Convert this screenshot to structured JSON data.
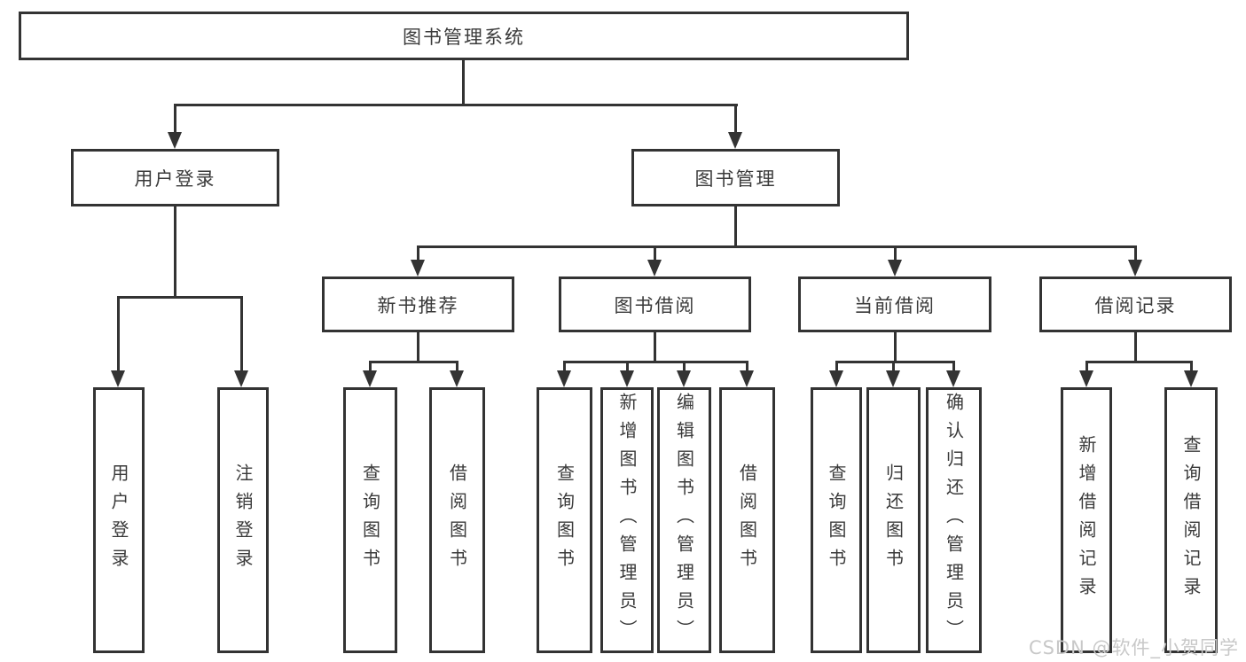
{
  "tree": {
    "label": "图书管理系统",
    "children": [
      {
        "label": "用户登录",
        "children": [
          {
            "label": "用户登录"
          },
          {
            "label": "注销登录"
          }
        ]
      },
      {
        "label": "图书管理",
        "children": [
          {
            "label": "新书推荐",
            "children": [
              {
                "label": "查询图书"
              },
              {
                "label": "借阅图书"
              }
            ]
          },
          {
            "label": "图书借阅",
            "children": [
              {
                "label": "查询图书"
              },
              {
                "label": "新增图书（管理员）"
              },
              {
                "label": "编辑图书（管理员）"
              },
              {
                "label": "借阅图书"
              }
            ]
          },
          {
            "label": "当前借阅",
            "children": [
              {
                "label": "查询图书"
              },
              {
                "label": "归还图书"
              },
              {
                "label": "确认归还（管理员）"
              }
            ]
          },
          {
            "label": "借阅记录",
            "children": [
              {
                "label": "新增借阅记录"
              },
              {
                "label": "查询借阅记录"
              }
            ]
          }
        ]
      }
    ]
  },
  "watermark": "CSDN @软件_小贺同学",
  "colors": {
    "line": "#333333",
    "text": "#3a3a3a",
    "watermark": "#c8c8c8",
    "background": "#ffffff"
  }
}
